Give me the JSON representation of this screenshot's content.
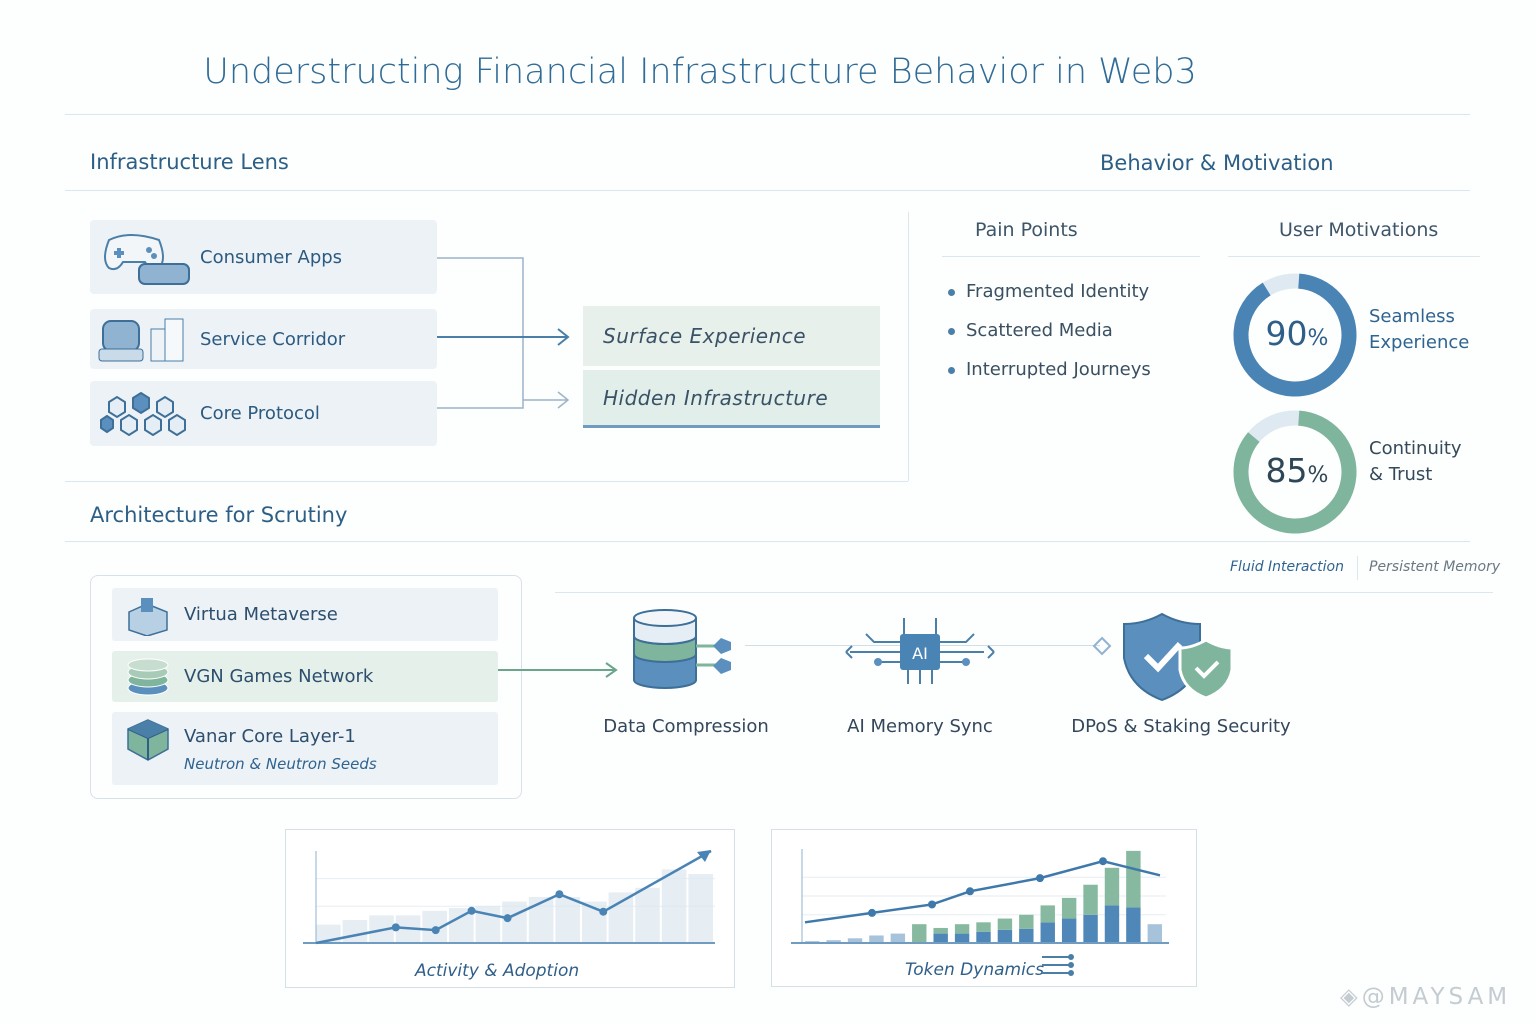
{
  "title": "Understructing Financial Infrastructure Behavior in Web3",
  "infra": {
    "heading": "Infrastructure Lens",
    "cards": [
      {
        "label": "Consumer Apps",
        "icon": "gamepad-vr-icon"
      },
      {
        "label": "Service Corridor",
        "icon": "robot-buildings-icon"
      },
      {
        "label": "Core Protocol",
        "icon": "hexagon-network-icon"
      }
    ],
    "layers": [
      "Surface Experience",
      "Hidden Infrastructure"
    ]
  },
  "behavior": {
    "heading": "Behavior & Motivation",
    "pain_heading": "Pain Points",
    "pain_points": [
      "Fragmented Identity",
      "Scattered Media",
      "Interrupted Journeys"
    ],
    "motiv_heading": "User Motivations",
    "motivations": [
      {
        "value": 90,
        "num": "90",
        "pct": "%",
        "line1": "Seamless",
        "line2": "Experience",
        "color": "#4a84b4"
      },
      {
        "value": 85,
        "num": "85",
        "pct": "%",
        "line1": "Continuity",
        "line2": "& Trust",
        "color": "#7fb59c"
      }
    ],
    "tags": [
      "Fluid Interaction",
      "Persistent Memory"
    ]
  },
  "arch": {
    "heading": "Architecture for Scrutiny",
    "items": [
      {
        "label": "Virtua Metaverse",
        "icon": "metaverse-cube-icon"
      },
      {
        "label": "VGN Games Network",
        "icon": "stacked-coins-icon"
      },
      {
        "label": "Vanar Core Layer-1",
        "sub": "Neutron & Neutron Seeds",
        "icon": "core-cube-icon"
      }
    ],
    "features": [
      "Data Compression",
      "AI Memory Sync",
      "DPoS & Staking Security"
    ],
    "ai_chip": "AI"
  },
  "chart_data": [
    {
      "type": "line",
      "title": "Activity & Adoption",
      "x": [
        0,
        20,
        30,
        39,
        48,
        61,
        72,
        99
      ],
      "values": [
        0,
        17,
        14,
        35,
        27,
        53,
        34,
        100
      ],
      "bars": [
        20,
        25,
        30,
        30,
        35,
        38,
        40,
        45,
        50,
        50,
        45,
        55,
        60,
        80,
        75
      ],
      "ylim": [
        0,
        100
      ],
      "xlabel": "",
      "ylabel": ""
    },
    {
      "type": "bar",
      "title": "Token Dynamics",
      "categories": [
        "1",
        "2",
        "3",
        "4",
        "5",
        "6",
        "7",
        "8",
        "9",
        "10",
        "11",
        "12",
        "13",
        "14",
        "15",
        "16",
        "17"
      ],
      "series": [
        {
          "name": "blue",
          "color": "#4f87b8",
          "values": [
            2,
            3,
            5,
            8,
            10,
            0,
            10,
            10,
            12,
            14,
            15,
            22,
            26,
            30,
            40,
            38,
            20
          ]
        },
        {
          "name": "green",
          "color": "#86b9a0",
          "values": [
            0,
            0,
            0,
            0,
            0,
            20,
            6,
            10,
            10,
            12,
            15,
            18,
            22,
            32,
            40,
            60,
            0
          ]
        }
      ],
      "line": [
        22,
        32,
        41,
        55,
        69,
        87,
        72
      ],
      "ylim": [
        0,
        100
      ]
    }
  ],
  "watermark": "@MAYSAM"
}
